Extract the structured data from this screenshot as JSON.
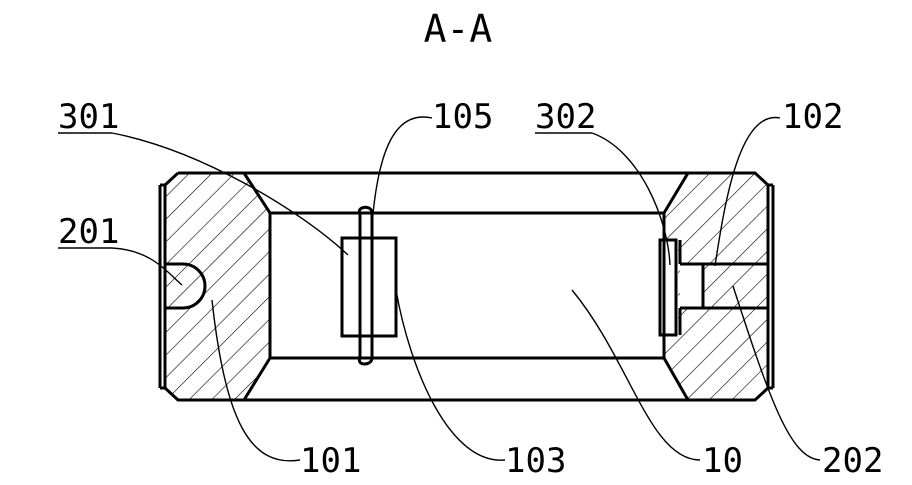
{
  "title": "A-A",
  "labels": {
    "l301": "301",
    "l105": "105",
    "l302": "302",
    "l102": "102",
    "l201": "201",
    "l101": "101",
    "l103": "103",
    "l10": "10",
    "l202": "202"
  }
}
